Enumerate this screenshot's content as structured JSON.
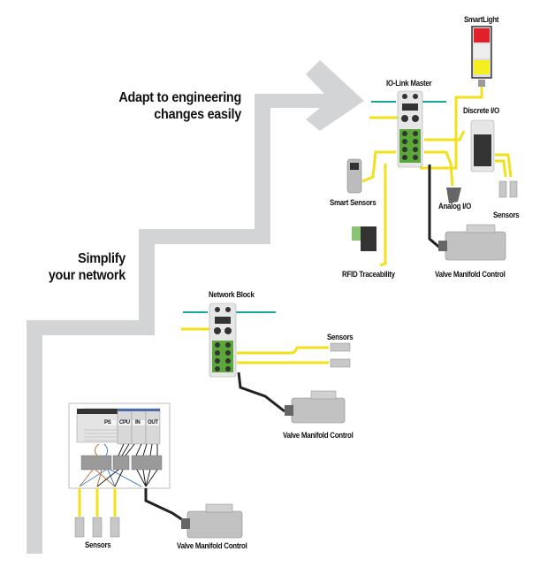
{
  "headlines": {
    "top_line1": "Adapt to engineering",
    "top_line2": "changes easily",
    "mid_line1": "Simplify",
    "mid_line2": "your network"
  },
  "stage1_plc": {
    "modules": [
      "PS",
      "CPU",
      "IN",
      "OUT"
    ],
    "sensors_label": "Sensors",
    "valve_label": "Valve Manifold Control"
  },
  "stage2_network_block": {
    "title": "Network Block",
    "sensors_label": "Sensors",
    "valve_label": "Valve Manifold Control"
  },
  "stage3_io_link": {
    "master_label": "IO-Link Master",
    "smartlight_label": "SmartLight",
    "discrete_label": "Discrete I/O",
    "smart_sensors_label": "Smart Sensors",
    "analog_label": "Analog I/O",
    "sensors_label": "Sensors",
    "rfid_label": "RFID Traceability",
    "valve_label": "Valve Manifold Control"
  },
  "colors": {
    "staircase": "#d3d4d6",
    "cable_yellow": "#f2e01a",
    "cable_teal": "#1aa59a",
    "cable_black": "#222222",
    "wire_orange": "#c0703a",
    "wire_blue": "#4a86c8",
    "port_green": "#5aa83a",
    "smartlight_red": "#e0202a",
    "smartlight_yellow": "#f5ee20"
  }
}
